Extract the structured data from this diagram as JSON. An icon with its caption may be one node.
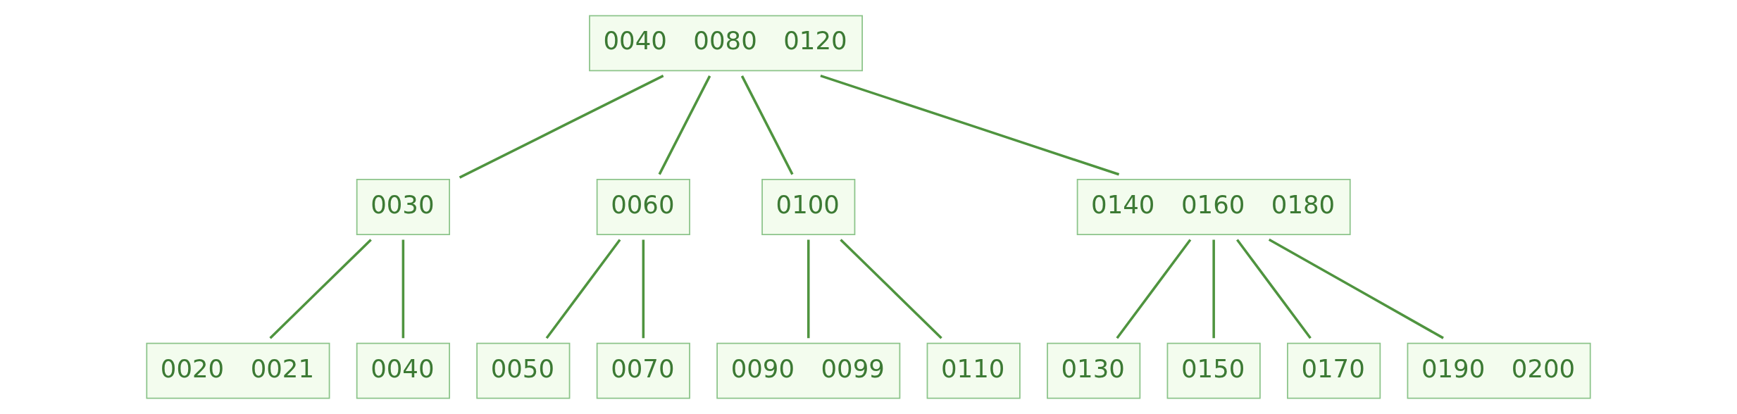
{
  "diagram": {
    "nodes": [
      {
        "text": [
          "0040",
          "0080",
          "0120"
        ]
      },
      {
        "text": [
          "0030"
        ]
      },
      {
        "text": [
          "0060"
        ]
      },
      {
        "text": [
          "0100"
        ]
      },
      {
        "text": [
          "0140",
          "0160",
          "0180"
        ]
      },
      {
        "text": [
          "0020",
          "0021"
        ]
      },
      {
        "text": [
          "0040"
        ]
      },
      {
        "text": [
          "0050"
        ]
      },
      {
        "text": [
          "0070"
        ]
      },
      {
        "text": [
          "0090",
          "0099"
        ]
      },
      {
        "text": [
          "0110"
        ]
      },
      {
        "text": [
          "0130"
        ]
      },
      {
        "text": [
          "0150"
        ]
      },
      {
        "text": [
          "0170"
        ]
      },
      {
        "text": [
          "0190",
          "0200"
        ]
      }
    ],
    "edges": [
      {
        "from": 0,
        "to": 1,
        "arrow": "none"
      },
      {
        "from": 0,
        "to": 2,
        "arrow": "none"
      },
      {
        "from": 0,
        "to": 3,
        "arrow": "none"
      },
      {
        "from": 0,
        "to": 4,
        "arrow": "none"
      },
      {
        "from": 1,
        "to": 5,
        "arrow": "none"
      },
      {
        "from": 1,
        "to": 6,
        "arrow": "none"
      },
      {
        "from": 2,
        "to": 7,
        "arrow": "none"
      },
      {
        "from": 2,
        "to": 8,
        "arrow": "none"
      },
      {
        "from": 3,
        "to": 9,
        "arrow": "none"
      },
      {
        "from": 3,
        "to": 10,
        "arrow": "none"
      },
      {
        "from": 4,
        "to": 11,
        "arrow": "none"
      },
      {
        "from": 4,
        "to": 12,
        "arrow": "none"
      },
      {
        "from": 4,
        "to": 13,
        "arrow": "none"
      },
      {
        "from": 4,
        "to": 14,
        "arrow": "none"
      }
    ]
  }
}
